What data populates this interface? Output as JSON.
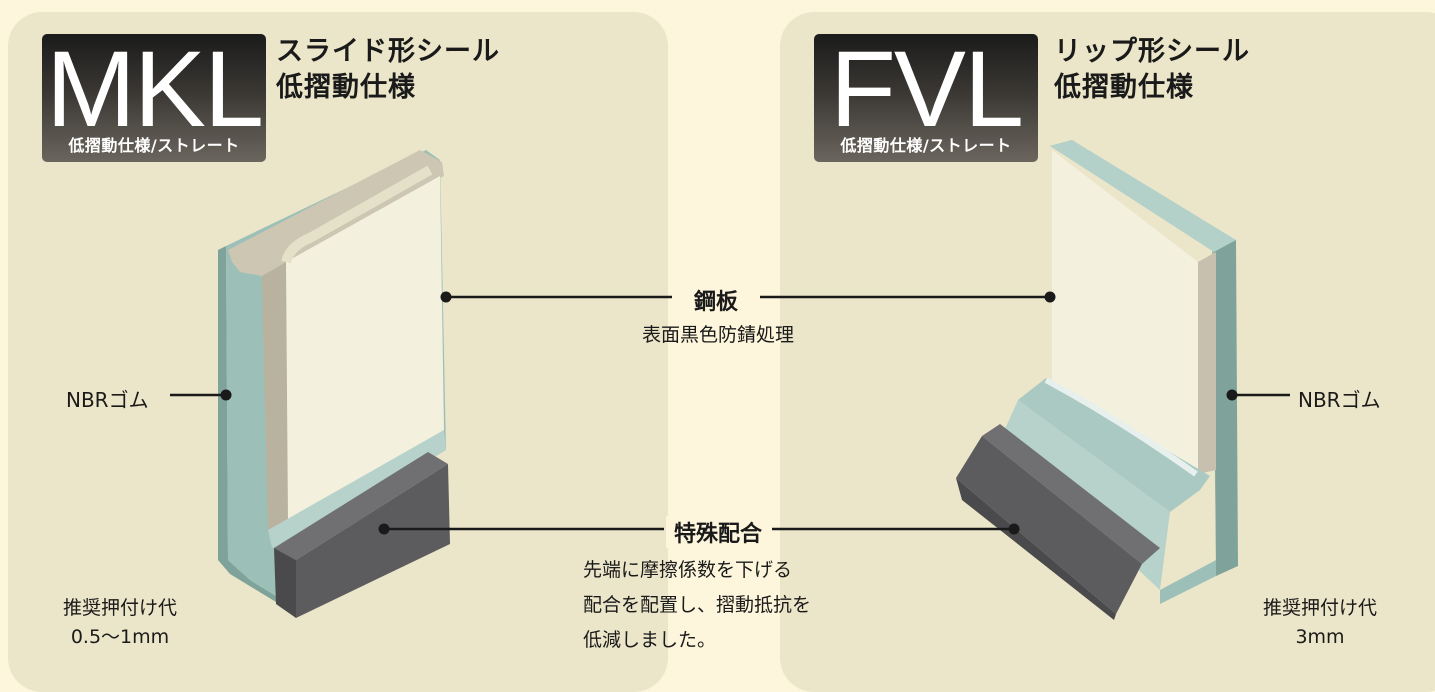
{
  "left": {
    "badge": {
      "code": "MKL",
      "sub": "低摺動仕様/ストレート"
    },
    "title": {
      "line1": "スライド形シール",
      "line2": "低摺動仕様"
    },
    "nbr_label": "NBRゴム",
    "recommended": {
      "label": "推奨押付け代",
      "value": "0.5〜1mm"
    }
  },
  "right": {
    "badge": {
      "code": "FVL",
      "sub": "低摺動仕様/ストレート"
    },
    "title": {
      "line1": "リップ形シール",
      "line2": "低摺動仕様"
    },
    "nbr_label": "NBRゴム",
    "recommended": {
      "label": "推奨押付け代",
      "value": "3mm"
    }
  },
  "center": {
    "steel": {
      "label": "鋼板",
      "desc": "表面黒色防錆処理"
    },
    "special": {
      "label": "特殊配合",
      "desc_lines": [
        "先端に摩擦係数を下げる",
        "配合を配置し、摺動抵抗を",
        "低減しました。"
      ]
    }
  },
  "colors": {
    "page_bg": "#fdf6dc",
    "panel_bg": "#ebe6c9",
    "rubber": "#9cbfb7",
    "steel_face": "#f3f1de",
    "steel_edge": "#c7c0ae",
    "special_compound": "#5c5c5e"
  }
}
